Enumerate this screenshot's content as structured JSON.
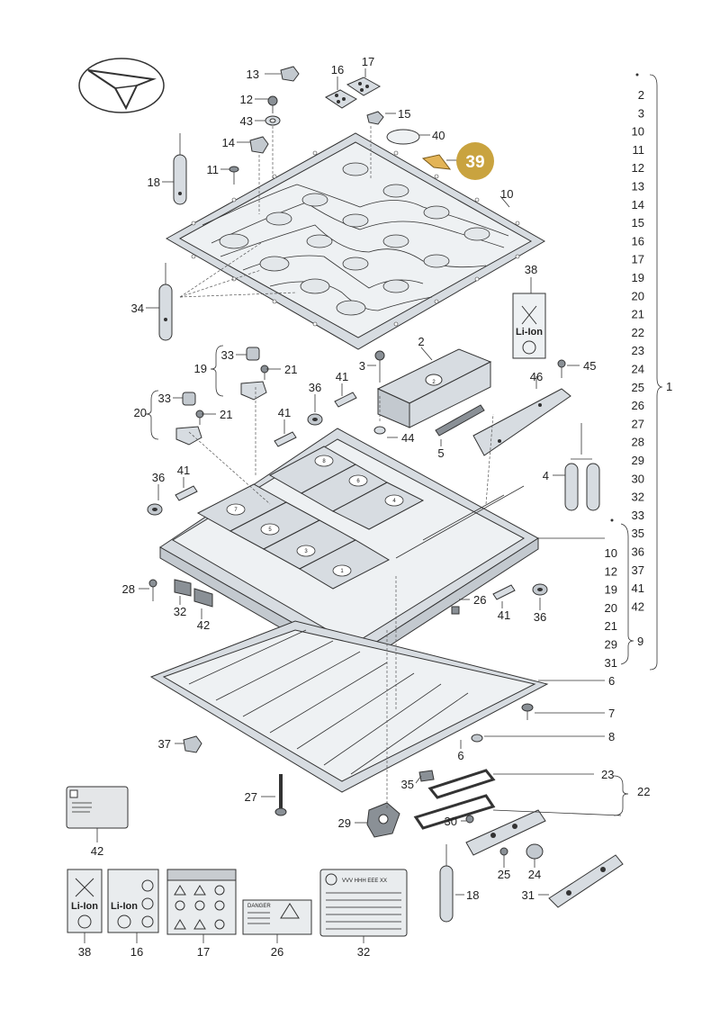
{
  "highlight": {
    "number": "39",
    "color": "#c9a33f"
  },
  "callouts": [
    {
      "id": "13",
      "label": "13"
    },
    {
      "id": "12",
      "label": "12"
    },
    {
      "id": "43",
      "label": "43"
    },
    {
      "id": "14",
      "label": "14"
    },
    {
      "id": "11",
      "label": "11"
    },
    {
      "id": "18a",
      "label": "18"
    },
    {
      "id": "16a",
      "label": "16"
    },
    {
      "id": "17a",
      "label": "17"
    },
    {
      "id": "15",
      "label": "15"
    },
    {
      "id": "40",
      "label": "40"
    },
    {
      "id": "10",
      "label": "10"
    },
    {
      "id": "38a",
      "label": "38"
    },
    {
      "id": "34",
      "label": "34"
    },
    {
      "id": "33a",
      "label": "33"
    },
    {
      "id": "19",
      "label": "19"
    },
    {
      "id": "21a",
      "label": "21"
    },
    {
      "id": "33b",
      "label": "33"
    },
    {
      "id": "20",
      "label": "20"
    },
    {
      "id": "21b",
      "label": "21"
    },
    {
      "id": "3",
      "label": "3"
    },
    {
      "id": "2",
      "label": "2"
    },
    {
      "id": "41a",
      "label": "41"
    },
    {
      "id": "36a",
      "label": "36"
    },
    {
      "id": "41b",
      "label": "41"
    },
    {
      "id": "44",
      "label": "44"
    },
    {
      "id": "5",
      "label": "5"
    },
    {
      "id": "45",
      "label": "45"
    },
    {
      "id": "46",
      "label": "46"
    },
    {
      "id": "36b",
      "label": "36"
    },
    {
      "id": "41c",
      "label": "41"
    },
    {
      "id": "4",
      "label": "4"
    },
    {
      "id": "28",
      "label": "28"
    },
    {
      "id": "32a",
      "label": "32"
    },
    {
      "id": "42a",
      "label": "42"
    },
    {
      "id": "26a",
      "label": "26"
    },
    {
      "id": "41d",
      "label": "41"
    },
    {
      "id": "36c",
      "label": "36"
    },
    {
      "id": "6a",
      "label": "6"
    },
    {
      "id": "7",
      "label": "7"
    },
    {
      "id": "37",
      "label": "37"
    },
    {
      "id": "6b",
      "label": "6"
    },
    {
      "id": "8",
      "label": "8"
    },
    {
      "id": "27",
      "label": "27"
    },
    {
      "id": "35",
      "label": "35"
    },
    {
      "id": "23",
      "label": "23"
    },
    {
      "id": "22",
      "label": "22"
    },
    {
      "id": "29",
      "label": "29"
    },
    {
      "id": "30",
      "label": "30"
    },
    {
      "id": "25",
      "label": "25"
    },
    {
      "id": "24",
      "label": "24"
    },
    {
      "id": "18b",
      "label": "18"
    },
    {
      "id": "31",
      "label": "31"
    },
    {
      "id": "42b",
      "label": "42"
    },
    {
      "id": "38b",
      "label": "38"
    },
    {
      "id": "16b",
      "label": "16"
    },
    {
      "id": "17b",
      "label": "17"
    },
    {
      "id": "26b",
      "label": "26"
    },
    {
      "id": "32b",
      "label": "32"
    }
  ],
  "list1": {
    "items": [
      "2",
      "3",
      "10",
      "11",
      "12",
      "13",
      "14",
      "15",
      "16",
      "17",
      "19",
      "20",
      "21",
      "22",
      "23",
      "24",
      "25",
      "26",
      "27",
      "28",
      "29",
      "30",
      "32",
      "33",
      "35",
      "36",
      "37",
      "41",
      "42"
    ],
    "group": "1"
  },
  "list9": {
    "items": [
      "10",
      "12",
      "19",
      "20",
      "21",
      "29",
      "31"
    ],
    "group": "9"
  },
  "labels": {
    "li_ion": "Li-Ion",
    "battery_badge": "2",
    "cell_numbers": [
      "8",
      "6",
      "4",
      "7",
      "5",
      "3",
      "1"
    ],
    "danger": "DANGER",
    "brand_code": "VVV  HHH  EEE  XX"
  }
}
